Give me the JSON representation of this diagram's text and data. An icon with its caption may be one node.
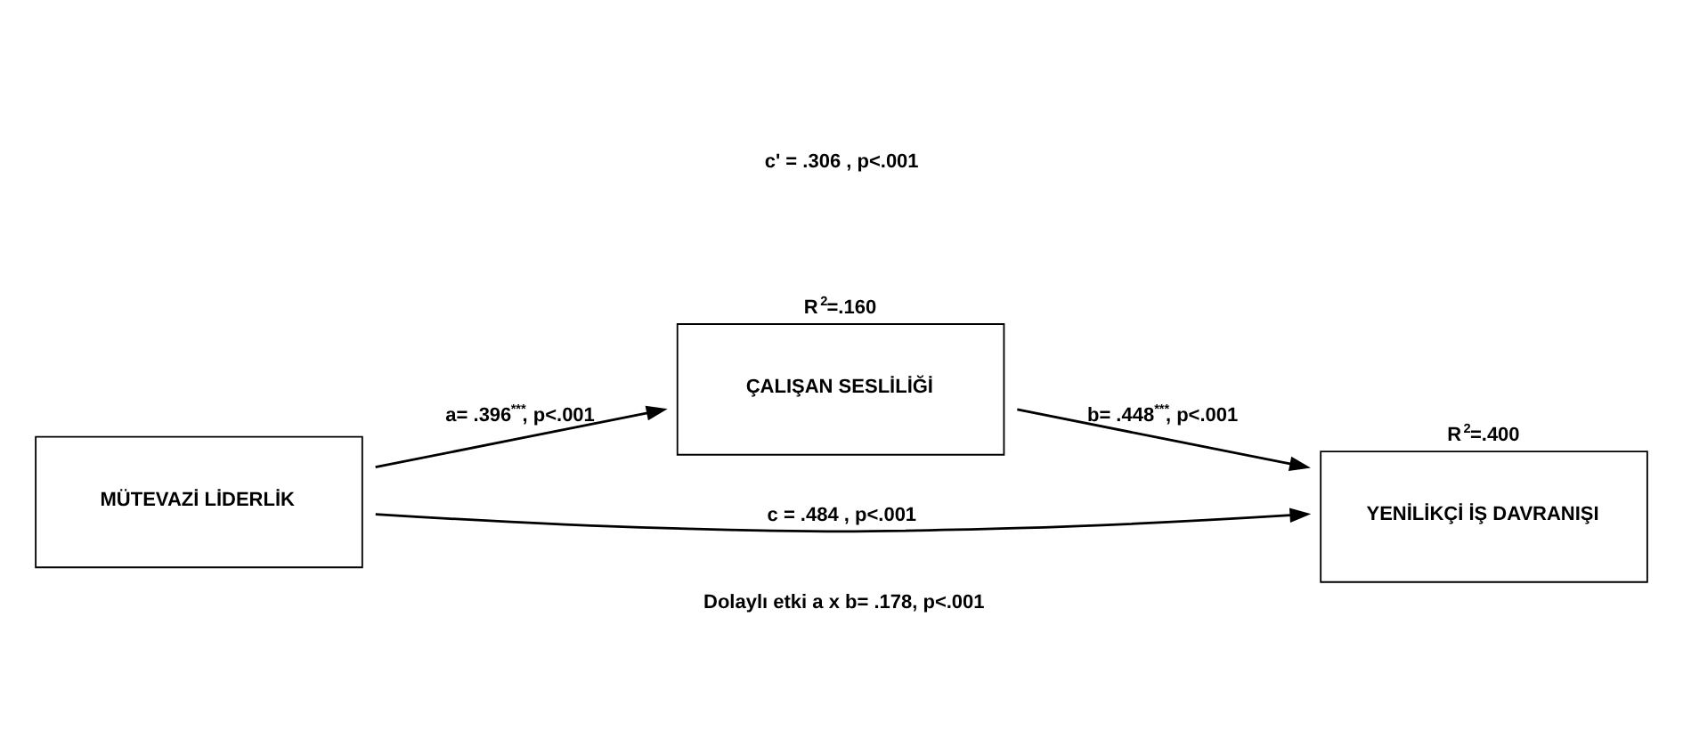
{
  "diagram": {
    "caption": "Dolaylı etki a x b= .178, p<.001",
    "nodes": [
      {
        "text": [
          "ÇALIŞAN SESLİLİĞİ"
        ],
        "beside": [
          "R$^{2}$=.160"
        ]
      },
      {
        "text": [
          "MÜTEVAZİ LİDERLİK"
        ]
      },
      {
        "text": [
          "YENİLİKÇİ İŞ DAVRANIŞI"
        ],
        "beside": [
          "R$^{2}$=.400"
        ]
      }
    ],
    "edges": [
      {
        "from": 1,
        "to": 0,
        "arrow": "to",
        "label": "a= .396$^{***}$, p<.001"
      },
      {
        "from": 0,
        "to": 2,
        "arrow": "to",
        "label": "b= .448$^{***}$, p<.001"
      },
      {
        "from": 1,
        "to": 2,
        "arrow": "to",
        "label": "c = .484 , p<.001"
      }
    ],
    "labels": [
      "c' = .306 , p<.001"
    ]
  }
}
